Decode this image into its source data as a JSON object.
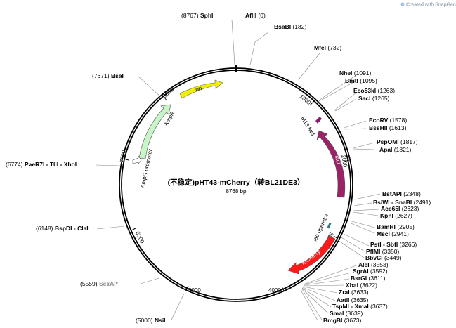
{
  "header": {
    "created_with": "Created with SnapGene®"
  },
  "plasmid": {
    "name": "(不稳定)pHT43-mCherry（转BL21DE3）",
    "length": "8768 bp"
  },
  "ticks": [
    "1000",
    "2000",
    "3000",
    "4000",
    "5000",
    "6000",
    "7000",
    "8000"
  ],
  "features": {
    "ori": "ori",
    "ampr": "AmpR",
    "ampr_promoter": "AmpR promoter",
    "m13fwd": "M13 fwd",
    "laci": "lacI",
    "lac_operator": "lac operator",
    "mcherry": "mCherry"
  },
  "sites": [
    {
      "name": "SphI",
      "pos": "(8767)"
    },
    {
      "name": "AflII",
      "pos": "(0)"
    },
    {
      "name": "BsaBI",
      "pos": "(182)"
    },
    {
      "name": "MfeI",
      "pos": "(732)"
    },
    {
      "name": "BsaI",
      "pos": "(7671)"
    },
    {
      "name": "NheI",
      "pos": "(1091)"
    },
    {
      "name": "BmtI",
      "pos": "(1095)"
    },
    {
      "name": "Eco53kI",
      "pos": "(1263)"
    },
    {
      "name": "SacI",
      "pos": "(1265)"
    },
    {
      "name": "EcoRV",
      "pos": "(1578)"
    },
    {
      "name": "BssHII",
      "pos": "(1613)"
    },
    {
      "name": "PspOMI",
      "pos": "(1817)"
    },
    {
      "name": "ApaI",
      "pos": "(1821)"
    },
    {
      "name": "PaeR7I - TliI - XhoI",
      "pos": "(6774)"
    },
    {
      "name": "BstAPI",
      "pos": "(2348)"
    },
    {
      "name": "BsiWI - SnaBI",
      "pos": "(2491)"
    },
    {
      "name": "Acc65I",
      "pos": "(2623)"
    },
    {
      "name": "KpnI",
      "pos": "(2627)"
    },
    {
      "name": "BspDI - ClaI",
      "pos": "(6148)"
    },
    {
      "name": "BamHI",
      "pos": "(2905)"
    },
    {
      "name": "MscI",
      "pos": "(2941)"
    },
    {
      "name": "PstI - SbfI",
      "pos": "(3266)"
    },
    {
      "name": "PflMI",
      "pos": "(3350)"
    },
    {
      "name": "BbvCI",
      "pos": "(3449)"
    },
    {
      "name": "AleI",
      "pos": "(3553)"
    },
    {
      "name": "SgrAI",
      "pos": "(3592)"
    },
    {
      "name": "BsrGI",
      "pos": "(3611)"
    },
    {
      "name": "XbaI",
      "pos": "(3622)"
    },
    {
      "name": "ZraI",
      "pos": "(3633)"
    },
    {
      "name": "AatII",
      "pos": "(3635)"
    },
    {
      "name": "TspMI - XmaI",
      "pos": "(3637)"
    },
    {
      "name": "SmaI",
      "pos": "(3639)"
    },
    {
      "name": "BmgBI",
      "pos": "(3673)"
    },
    {
      "name": "SexAI*",
      "pos": "(5559)"
    },
    {
      "name": "NsiI",
      "pos": "(5000)"
    }
  ]
}
